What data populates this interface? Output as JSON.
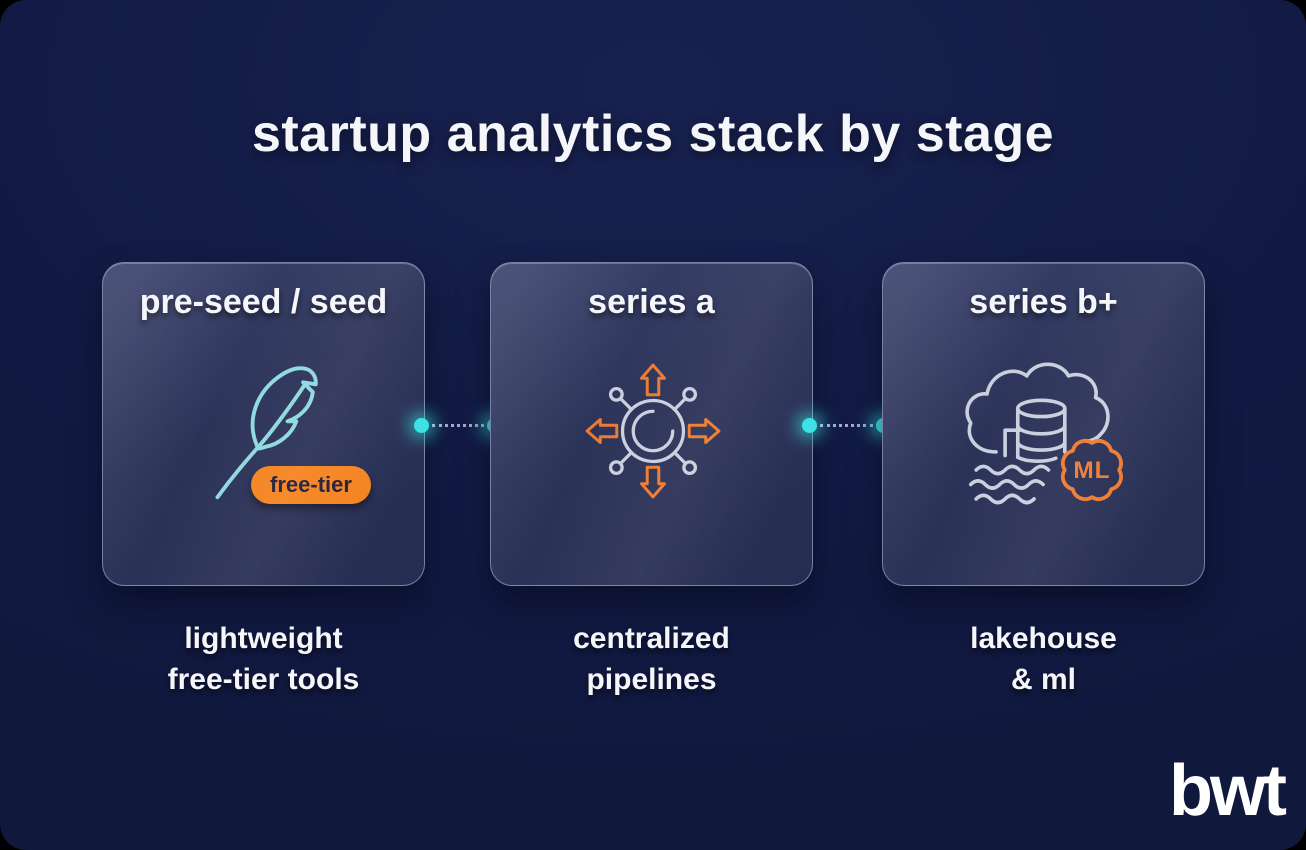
{
  "page": {
    "title": "startup analytics stack by stage"
  },
  "stages": [
    {
      "title": "pre-seed / seed",
      "icon": "feather-icon",
      "badge": "free-tier",
      "caption": [
        "lightweight",
        "free-tier tools"
      ]
    },
    {
      "title": "series a",
      "icon": "pipeline-hub-icon",
      "caption": [
        "centralized",
        "pipelines"
      ]
    },
    {
      "title": "series b+",
      "icon": "lakehouse-ml-icon",
      "ml_label": "ML",
      "caption": [
        "lakehouse",
        "& ml"
      ]
    }
  ],
  "brand": {
    "logo_text": "bwt"
  },
  "colors": {
    "background": "#121a44",
    "card_fill": "#2c3359",
    "card_border": "#aab4d4",
    "accent_orange": "#ee7a2e",
    "badge_orange": "#f5831f",
    "badge_text": "#201e38",
    "teal": "#8fd9de",
    "icon_gray": "#c9cfdd",
    "connector_cyan": "#3ee2e4",
    "text_white": "#f5f6fa"
  }
}
